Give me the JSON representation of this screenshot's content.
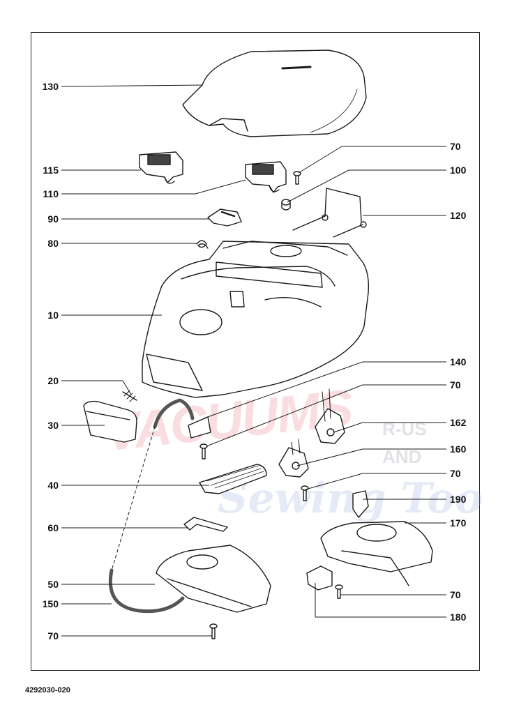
{
  "watermark": {
    "main": "VACUUMS",
    "r_us": "R-US",
    "and": "AND",
    "sewing": "Sewing Too"
  },
  "labels": {
    "l130": "130",
    "l115": "115",
    "l110": "110",
    "l90": "90",
    "l80": "80",
    "l10": "10",
    "l20": "20",
    "l30": "30",
    "l40": "40",
    "l60": "60",
    "l50": "50",
    "l150": "150",
    "l70_bl": "70",
    "r70_top": "70",
    "r100": "100",
    "r120": "120",
    "r140": "140",
    "r70_mid": "70",
    "r162": "162",
    "r160": "160",
    "r70_low": "70",
    "r190": "190",
    "r170": "170",
    "r70_br": "70",
    "r180": "180"
  },
  "footer": {
    "drawing_code": "4292030-020"
  }
}
